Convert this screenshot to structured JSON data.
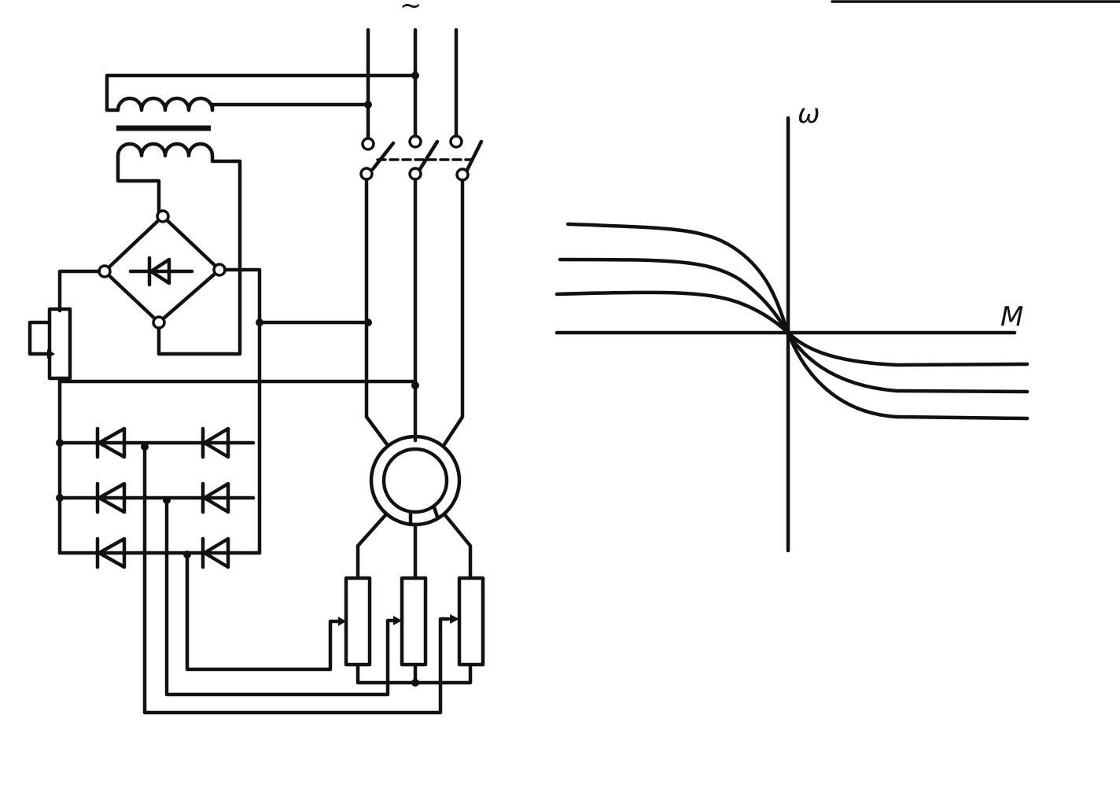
{
  "diagram": {
    "ac_supply_symbol": "~",
    "components": {
      "supply_lines": "three-phase-supply",
      "transformer": "transformer-icon",
      "bridge_rectifier": "bridge-rectifier-icon",
      "potentiometer": "potentiometer-icon",
      "diode_bridge": "three-phase-diode-bridge-icon",
      "switch": "three-pole-switch-icon",
      "motor": "wound-rotor-motor-icon",
      "rotor_resistors": "rotor-resistor-icon"
    }
  },
  "graph": {
    "y_axis_label": "ω",
    "x_axis_label": "M",
    "curve_count": 3
  }
}
